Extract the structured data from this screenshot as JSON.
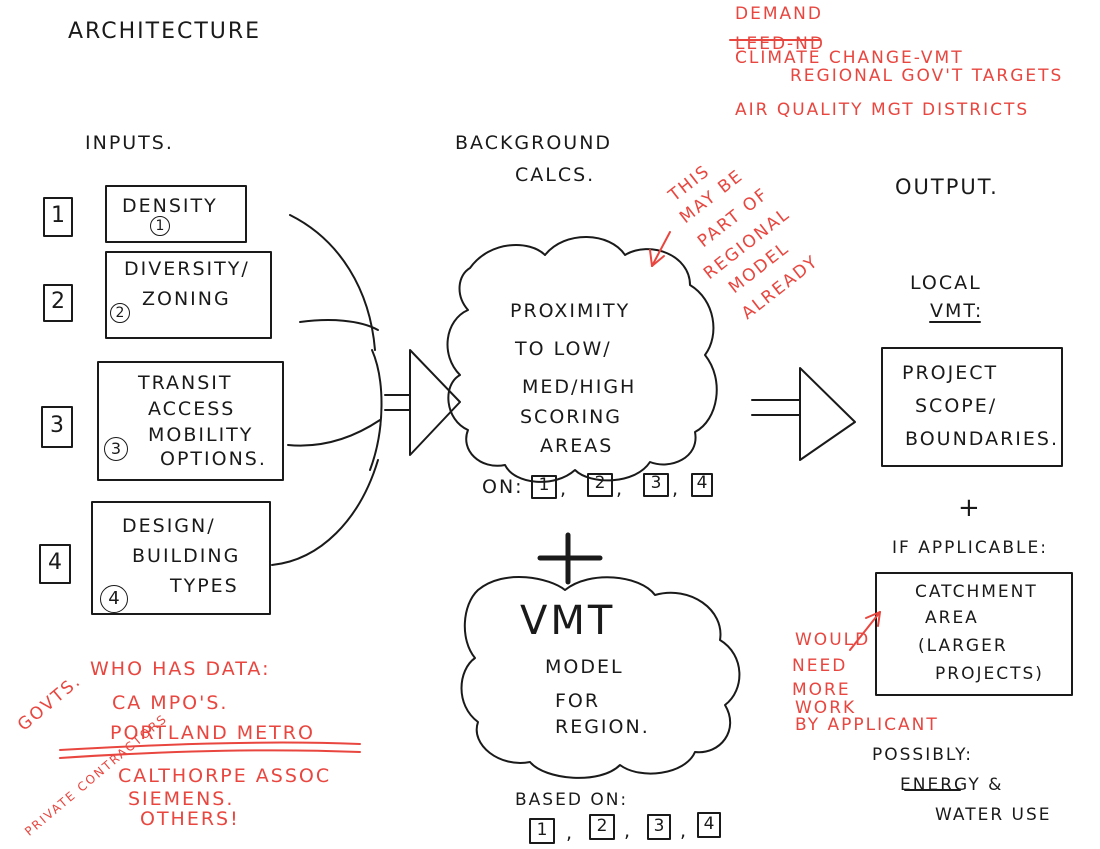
{
  "title": "ARCHITECTURE",
  "demand": {
    "heading": "DEMAND",
    "items": [
      "LEED-ND",
      "CLIMATE CHANGE-VMT",
      "REGIONAL GOV'T TARGETS",
      "AIR QUALITY MGT DISTRICTS"
    ]
  },
  "columns": {
    "inputs": "INPUTS.",
    "background": [
      "BACKGROUND",
      "CALCS."
    ],
    "output": "OUTPUT."
  },
  "inputs": [
    {
      "number": "1",
      "circle": "1",
      "lines": [
        "DENSITY"
      ]
    },
    {
      "number": "2",
      "circle": "2",
      "lines": [
        "DIVERSITY/",
        "ZONING"
      ]
    },
    {
      "number": "3",
      "circle": "3",
      "lines": [
        "TRANSIT",
        "ACCESS",
        "MOBILITY",
        "OPTIONS."
      ]
    },
    {
      "number": "4",
      "circle": "4",
      "lines": [
        "DESIGN/",
        "BUILDING",
        "TYPES"
      ]
    }
  ],
  "proximity": {
    "lines": [
      "PROXIMITY",
      "TO LOW/",
      "MED/HIGH",
      "SCORING",
      "AREAS"
    ],
    "on_label": "ON:",
    "on_items": [
      "1",
      "2",
      "3",
      "4"
    ]
  },
  "regional_note": [
    "THIS",
    "MAY BE",
    "PART OF",
    "REGIONAL",
    "MODEL",
    "ALREADY"
  ],
  "plus": "+",
  "vmt_model": {
    "title": "VMT",
    "lines": [
      "MODEL",
      "FOR",
      "REGION."
    ],
    "based_label": "BASED ON:",
    "based_items": [
      "1",
      "2",
      "3",
      "4"
    ]
  },
  "output": {
    "local_vmt": [
      "LOCAL",
      "VMT:"
    ],
    "project": [
      "PROJECT",
      "SCOPE/",
      "BOUNDARIES."
    ],
    "plus": "+",
    "if_applicable": "IF APPLICABLE:",
    "catchment": [
      "CATCHMENT",
      "AREA",
      "(LARGER",
      "PROJECTS)"
    ],
    "applicant_note": [
      "WOULD",
      "NEED",
      "MORE",
      "WORK",
      "BY APPLICANT"
    ],
    "possibly": [
      "POSSIBLY:",
      "ENERGY &",
      "WATER USE"
    ]
  },
  "who_has_data": {
    "heading": "WHO HAS DATA:",
    "govts_label": "GOVTS.",
    "govts": [
      "CA MPO'S.",
      "PORTLAND METRO"
    ],
    "private_label": "PRIVATE CONTRACTORS",
    "private": [
      "CALTHORPE ASSOC",
      "SIEMENS.",
      "OTHERS!"
    ]
  },
  "colors": {
    "ink": "#1a1a1a",
    "red": "#e8463f"
  }
}
